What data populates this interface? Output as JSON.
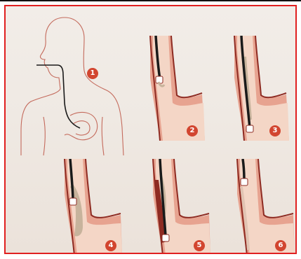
{
  "steps": [
    {
      "id": "1",
      "label": "1"
    },
    {
      "id": "2",
      "label": "2"
    },
    {
      "id": "3",
      "label": "3"
    },
    {
      "id": "4",
      "label": "4"
    },
    {
      "id": "5",
      "label": "5"
    },
    {
      "id": "6",
      "label": "6"
    }
  ],
  "colors": {
    "frame_border": "#e02020",
    "badge": "#d2452f",
    "tissue": "#e7a390",
    "mucosa": "#f4d6c6",
    "lining": "#8e2b22",
    "scope": "#1a1a1a",
    "lesion": "#c7b39c",
    "outline": "#c46a5c"
  },
  "icons": [
    "human-silhouette-icon",
    "endoscope-icon",
    "esophagus-icon",
    "stomach-icon"
  ]
}
